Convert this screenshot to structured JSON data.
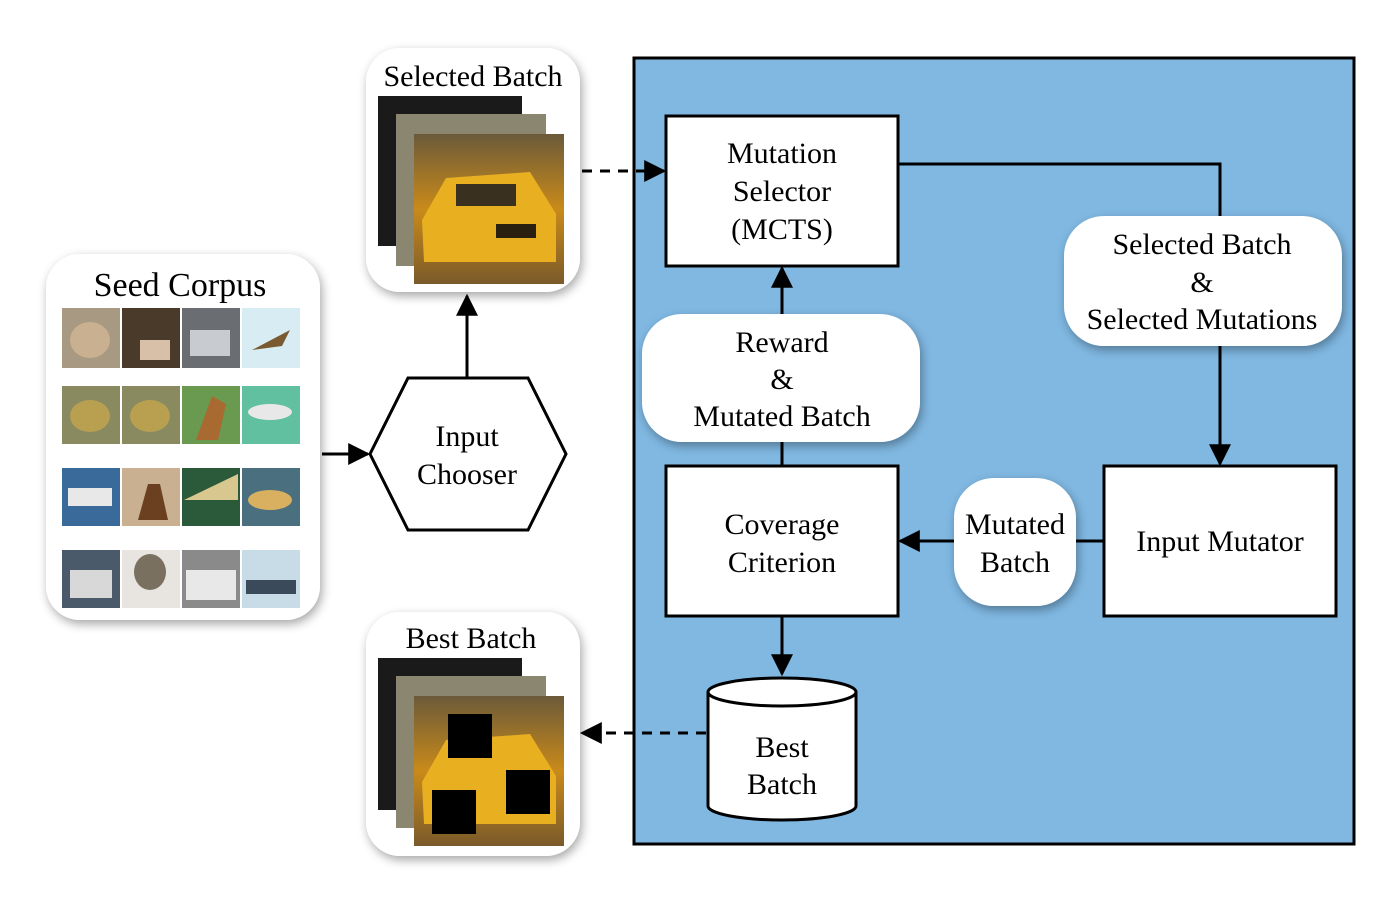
{
  "seed_corpus": {
    "title": "Seed Corpus"
  },
  "input_chooser": {
    "line1": "Input",
    "line2": "Chooser"
  },
  "selected_batch": {
    "title": "Selected Batch"
  },
  "best_batch": {
    "title": "Best Batch"
  },
  "mutation_selector": {
    "line1": "Mutation",
    "line2": "Selector",
    "line3": "(MCTS)"
  },
  "selected_flow": {
    "line1": "Selected Batch",
    "line2": "&",
    "line3": "Selected Mutations"
  },
  "reward_flow": {
    "line1": "Reward",
    "line2": "&",
    "line3": "Mutated Batch"
  },
  "coverage_criterion": {
    "line1": "Coverage",
    "line2": "Criterion"
  },
  "mutated_flow": {
    "line1": "Mutated",
    "line2": "Batch"
  },
  "input_mutator": {
    "label": "Input Mutator"
  },
  "best_batch_store": {
    "line1": "Best",
    "line2": "Batch"
  },
  "colors": {
    "panel_fill": "#80b8e2",
    "panel_stroke": "#000000",
    "box_fill": "#ffffff"
  }
}
